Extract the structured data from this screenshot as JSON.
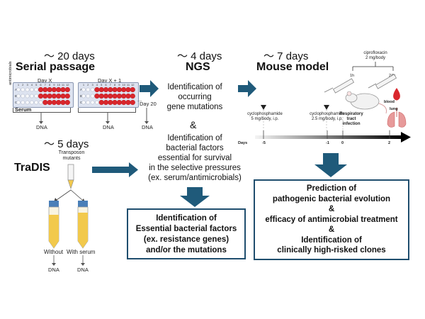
{
  "serial": {
    "duration": "～ 20 days",
    "title": "Serial passage",
    "dayx": "Day X",
    "dayx1": "Day X + 1",
    "day20": "Day 20",
    "dots": "...",
    "row_labels": [
      "A",
      "B",
      "C"
    ],
    "col_labels": [
      "1",
      "2",
      "3",
      "4",
      "5",
      "6",
      "7",
      "8",
      "9",
      "10",
      "11",
      "12"
    ],
    "serum": "Serum",
    "dna": "DNA",
    "side_label": "antimicrobials"
  },
  "ngs": {
    "duration": "～ 4 days",
    "title": "NGS",
    "text1": [
      "Identification of",
      "occurring",
      "gene mutations"
    ],
    "amp": "&",
    "text2": [
      "Identification of",
      "bacterial factors",
      "essential for survival",
      "in the selective pressures",
      "(ex. serum/antimicrobials)"
    ]
  },
  "mouse": {
    "duration": "～ 7 days",
    "title": "Mouse model",
    "cipro": [
      "ciprofloxacin",
      "2 mg/body"
    ],
    "h1": "1h",
    "h2": "24h",
    "cyc1": [
      "cyclophosphamide",
      "5 mg/body, i.p."
    ],
    "cyc2": [
      "cyclophosphamide",
      "2.5 mg/body, i.p."
    ],
    "infection": [
      "Respiratory",
      "tract",
      "infection"
    ],
    "blood": "blood",
    "lung": "lung",
    "days_label": "Days",
    "ticks": [
      "-5",
      "-1",
      "0",
      "2"
    ]
  },
  "tradis": {
    "duration": "～ 5 days",
    "title": "TraDIS",
    "mutants": [
      "Transposon",
      "mutants"
    ],
    "without": "Without",
    "with_serum": "With serum",
    "dna": "DNA"
  },
  "box_essential": [
    "Identification of",
    "Essential bacterial factors",
    "(ex. resistance genes)",
    "and/or the mutations"
  ],
  "box_prediction": [
    "Prediction of",
    "pathogenic bacterial evolution",
    "&",
    "efficacy of antimicrobial treatment",
    "&",
    "Identification of",
    "clinically high-risked clones"
  ],
  "colors": {
    "arrow": "#1f5a7a",
    "well_red": "#d9262c",
    "plate": "#dde3f0",
    "tube_yellow": "#f2c94c"
  }
}
